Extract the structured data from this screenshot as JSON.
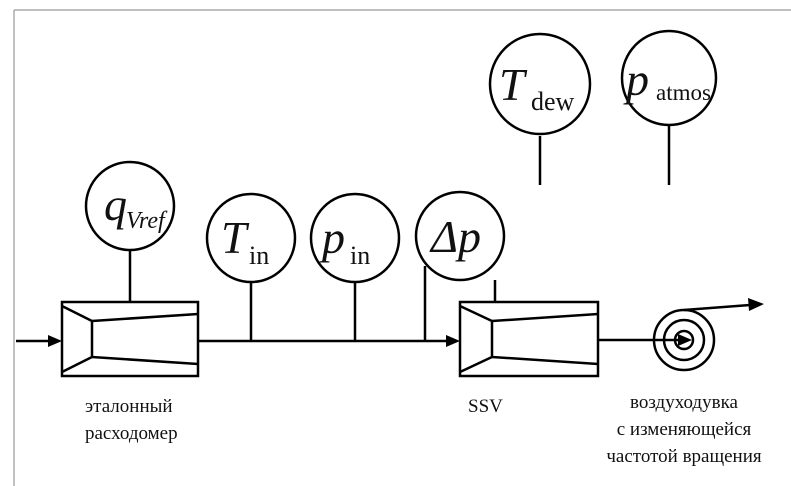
{
  "gauges": {
    "q_ref": {
      "main": "q",
      "sub": "Vref"
    },
    "t_in": {
      "main": "T",
      "sub": "in"
    },
    "p_in": {
      "main": "p",
      "sub": "in"
    },
    "dp": {
      "main": "Δp"
    },
    "t_dew": {
      "main": "T",
      "sub": "dew"
    },
    "p_atmos": {
      "main": "p",
      "sub": "atmos"
    }
  },
  "labels": {
    "reference_meter_line1": "эталонный",
    "reference_meter_line2": "расходомер",
    "ssv": "SSV",
    "blower_line1": "воздуходувка",
    "blower_line2": "с изменяющейся",
    "blower_line3": "частотой вращения"
  }
}
